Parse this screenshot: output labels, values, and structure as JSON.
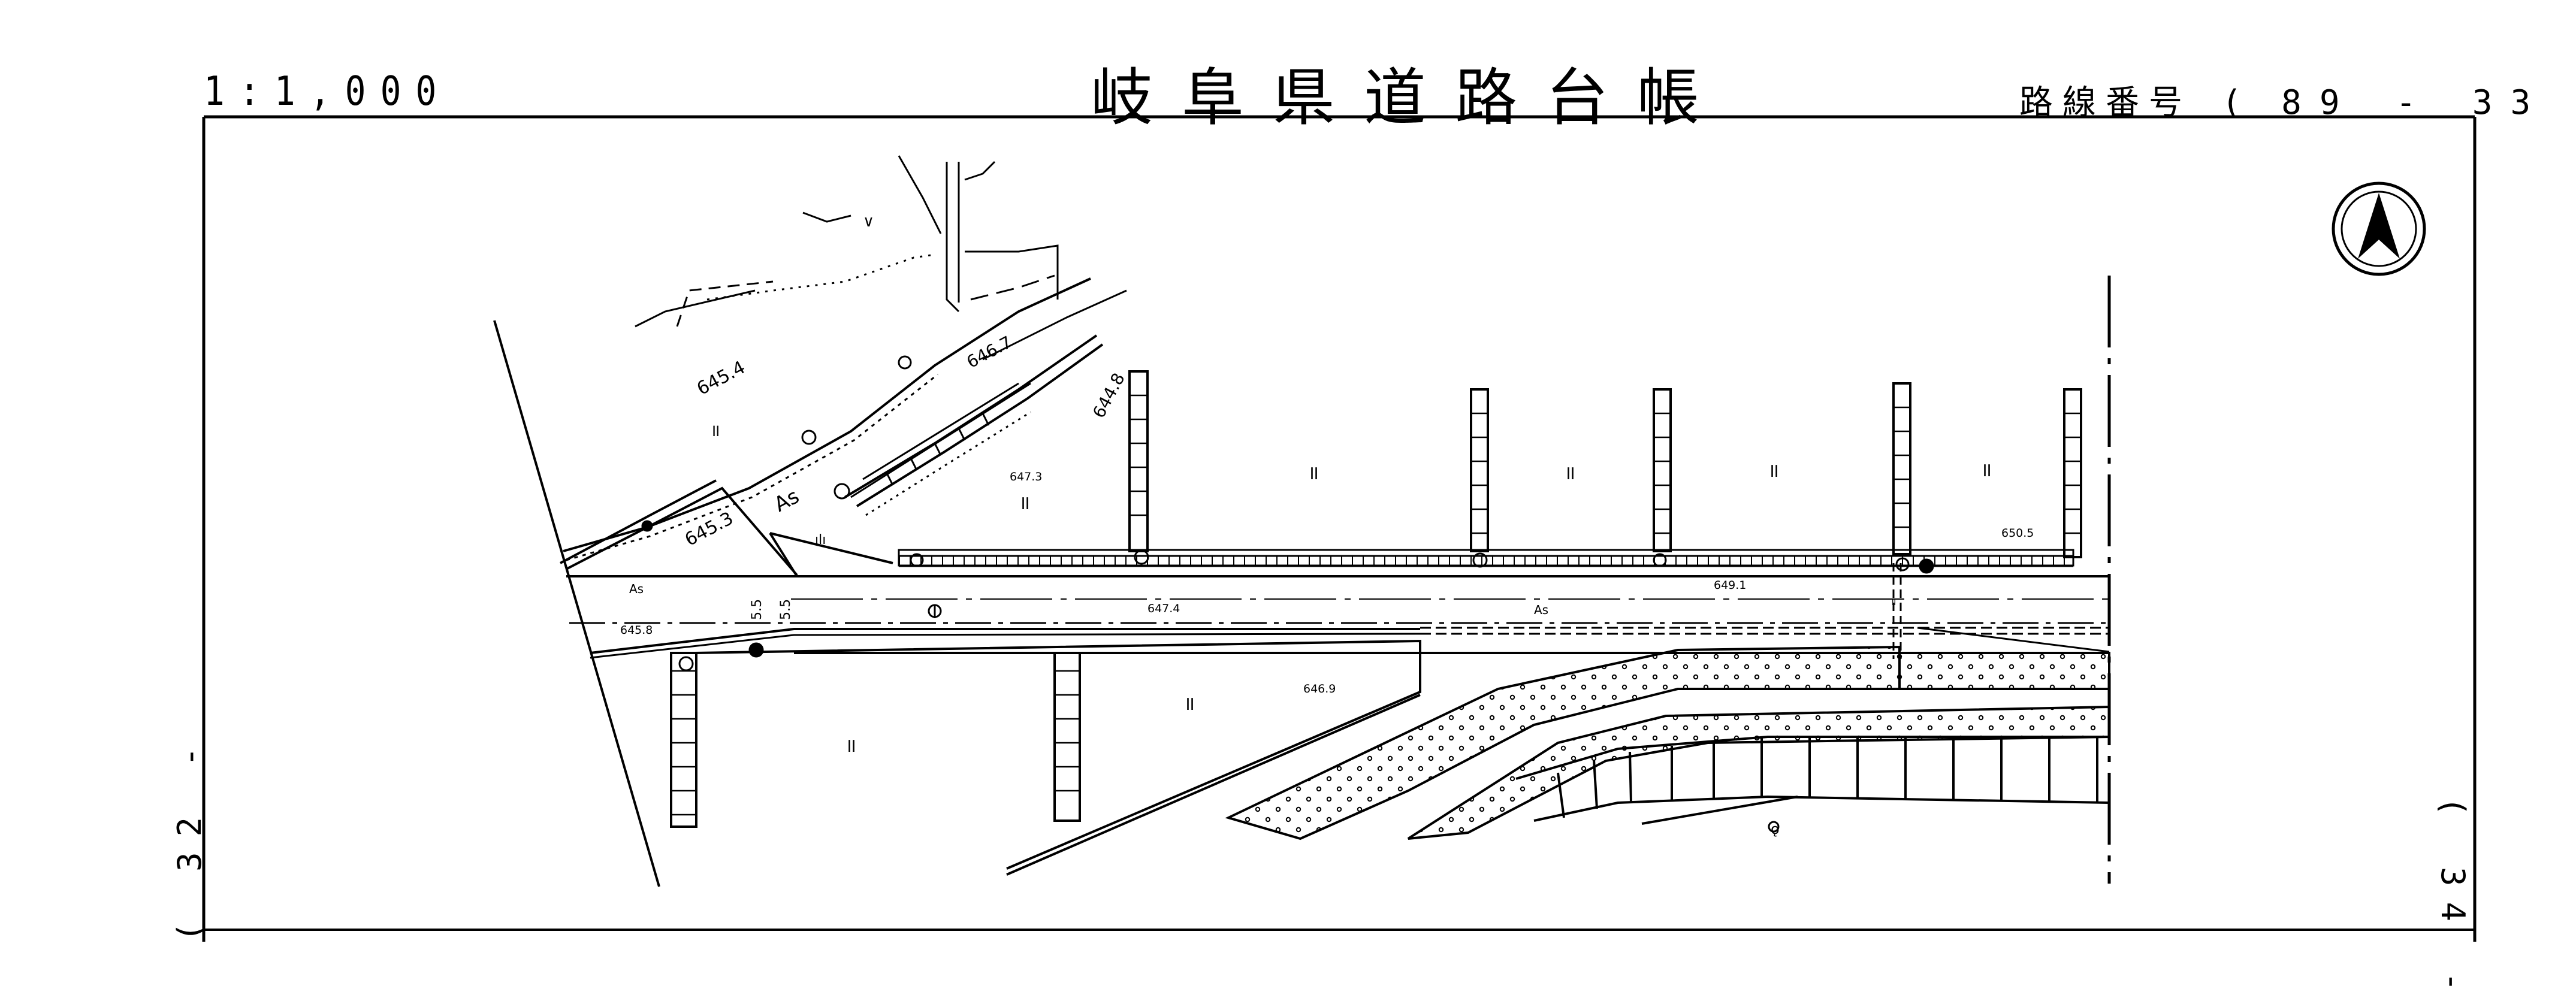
{
  "header": {
    "scale": "1:1,000",
    "title": "岐阜県道路台帳",
    "route_label": "路線番号",
    "route_open": "(",
    "route_number": "89 - 33",
    "route_close": ")"
  },
  "side_refs": {
    "left": "( 32 -",
    "right": "( 34 -"
  },
  "map": {
    "north_arrow_icon": "north-arrow-icon",
    "elevations": [
      "645.4",
      "645.3",
      "646.7",
      "644.8",
      "647.3",
      "650.5",
      "649.1",
      "647.4",
      "645.8",
      "646.9"
    ],
    "surface_labels": [
      "As",
      "As",
      "As"
    ],
    "land_symbols": [
      "॥",
      "॥",
      "॥",
      "॥",
      "॥",
      "॥",
      "॥",
      "॥",
      "॥"
    ],
    "lane_widths": [
      "5.5",
      "5.5"
    ],
    "misc_symbols": [
      "ılı",
      "∨",
      "ǫ"
    ]
  }
}
